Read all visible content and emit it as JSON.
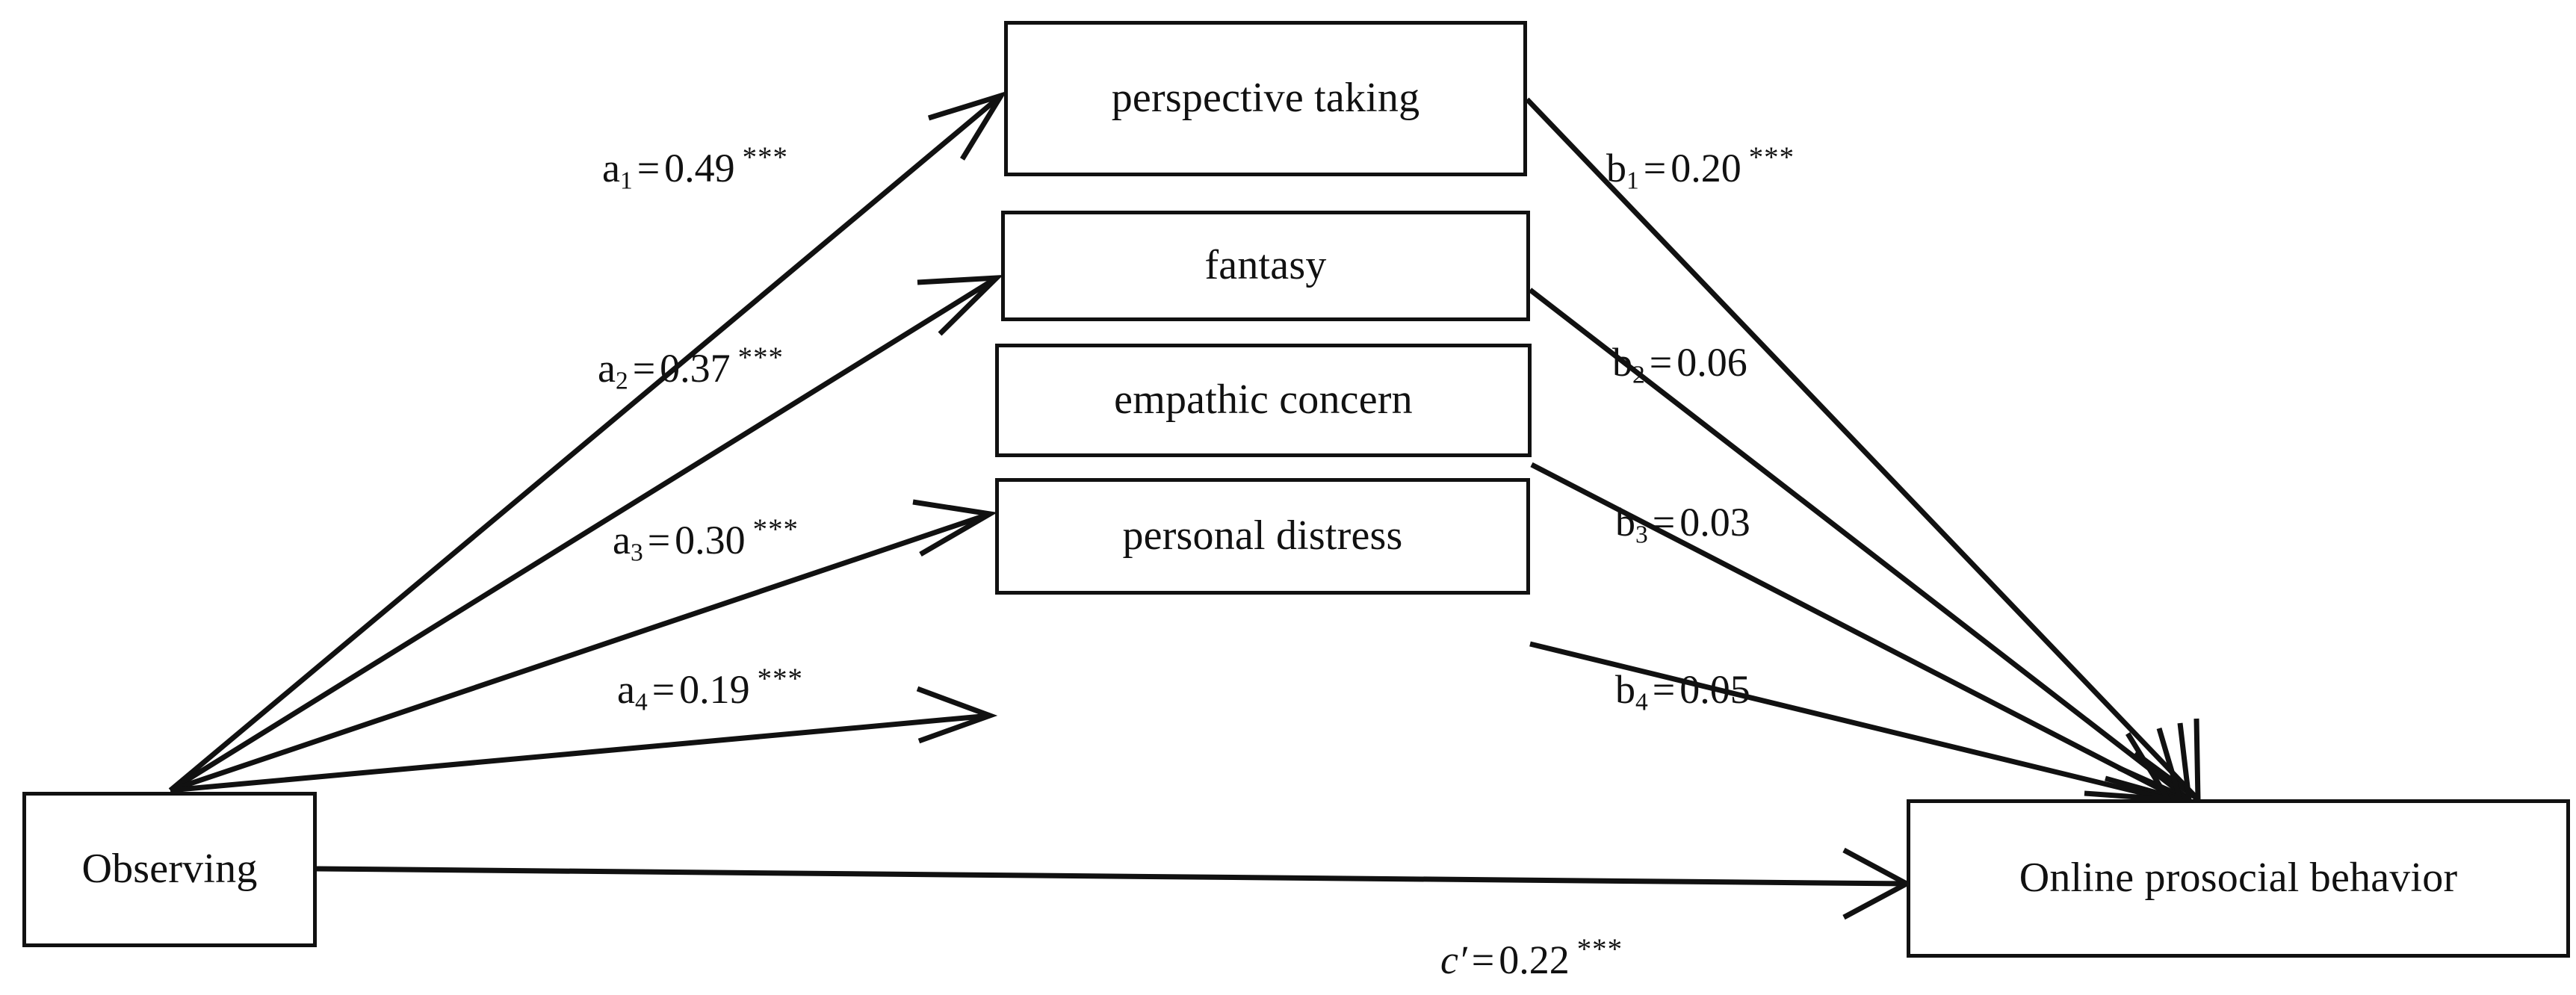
{
  "diagram": {
    "type": "multiple-mediation-path-model",
    "predictor": {
      "id": "observing",
      "label": "Observing"
    },
    "outcome": {
      "id": "online-prosocial-behavior",
      "label": "Online prosocial behavior"
    },
    "mediators": [
      {
        "id": "perspective-taking",
        "label": "perspective taking"
      },
      {
        "id": "fantasy",
        "label": "fantasy"
      },
      {
        "id": "empathic-concern",
        "label": "empathic concern"
      },
      {
        "id": "personal-distress",
        "label": "personal distress"
      }
    ],
    "a_paths": [
      {
        "id": "a1",
        "symbol": "a",
        "subscript": "1",
        "equals": "=",
        "value": "0.49",
        "stars": "***",
        "from": "Observing",
        "to": "perspective taking"
      },
      {
        "id": "a2",
        "symbol": "a",
        "subscript": "2",
        "equals": "=",
        "value": "0.37",
        "stars": "***",
        "from": "Observing",
        "to": "fantasy"
      },
      {
        "id": "a3",
        "symbol": "a",
        "subscript": "3",
        "equals": "=",
        "value": "0.30",
        "stars": "***",
        "from": "Observing",
        "to": "empathic concern"
      },
      {
        "id": "a4",
        "symbol": "a",
        "subscript": "4",
        "equals": "=",
        "value": "0.19",
        "stars": "***",
        "from": "Observing",
        "to": "personal distress"
      }
    ],
    "b_paths": [
      {
        "id": "b1",
        "symbol": "b",
        "subscript": "1",
        "equals": "=",
        "value": "0.20",
        "stars": "***",
        "from": "perspective taking",
        "to": "Online prosocial behavior"
      },
      {
        "id": "b2",
        "symbol": "b",
        "subscript": "2",
        "equals": "=",
        "value": "0.06",
        "stars": "",
        "from": "fantasy",
        "to": "Online prosocial behavior"
      },
      {
        "id": "b3",
        "symbol": "b",
        "subscript": "3",
        "equals": "=",
        "value": "0.03",
        "stars": "",
        "from": "empathic concern",
        "to": "Online prosocial behavior"
      },
      {
        "id": "b4",
        "symbol": "b",
        "subscript": "4",
        "equals": "=",
        "value": "0.05",
        "stars": "",
        "from": "personal distress",
        "to": "Online prosocial behavior"
      }
    ],
    "direct_path": {
      "id": "c-prime",
      "symbol": "c′",
      "equals": "=",
      "value": "0.22",
      "stars": "***",
      "from": "Observing",
      "to": "Online prosocial behavior"
    },
    "colors": {
      "stroke": "#111111",
      "background": "#ffffff",
      "text": "#111111"
    }
  }
}
